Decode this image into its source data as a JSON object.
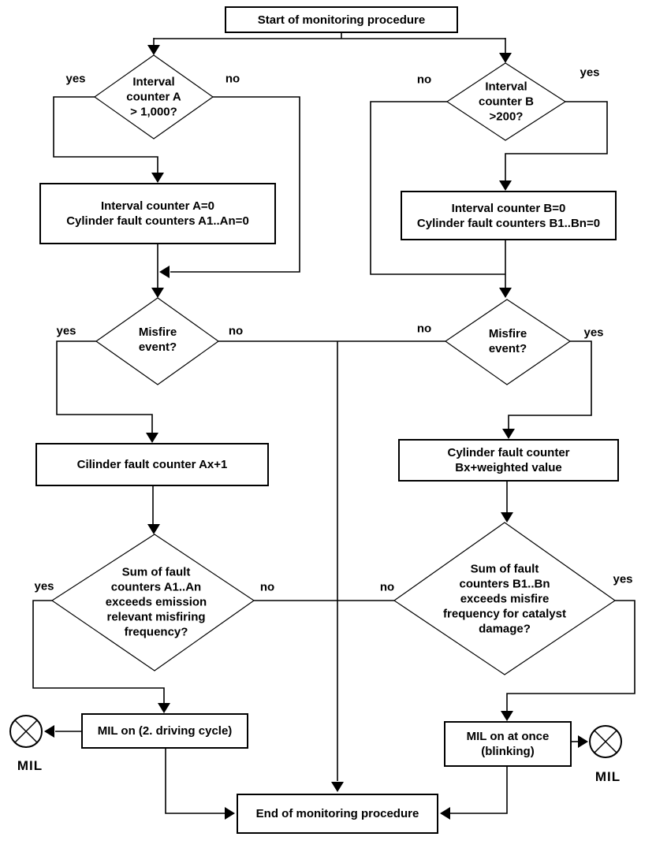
{
  "title": "Misfire monitoring procedure flowchart",
  "colors": {
    "line": "#000000",
    "background": "#ffffff",
    "text": "#000000"
  },
  "nodes": {
    "start": "Start of monitoring procedure",
    "interval_a": "Interval\ncounter A\n> 1,000?",
    "interval_b": "Interval\ncounter B\n>200?",
    "reset_a": "Interval counter A=0\nCylinder fault counters A1..An=0",
    "reset_b": "Interval counter B=0\nCylinder fault counters B1..Bn=0",
    "misfire_a": "Misfire\nevent?",
    "misfire_b": "Misfire\nevent?",
    "count_a": "Cilinder fault counter Ax+1",
    "count_b": "Cylinder fault counter\nBx+weighted value",
    "sum_a": "Sum of  fault\ncounters A1..An\nexceeds emission\nrelevant misfiring\nfrequency?",
    "sum_b": "Sum of  fault\ncounters B1..Bn\nexceeds misfire\nfrequency for catalyst\ndamage?",
    "mil_a": "MIL on (2. driving cycle)",
    "mil_b": "MIL on at once\n(blinking)",
    "end": "End of monitoring procedure",
    "lamp_a": "MIL",
    "lamp_b": "MIL"
  },
  "edge_labels": {
    "interval_a_yes": "yes",
    "interval_a_no": "no",
    "interval_b_no": "no",
    "interval_b_yes": "yes",
    "misfire_a_yes": "yes",
    "misfire_a_no": "no",
    "misfire_b_no": "no",
    "misfire_b_yes": "yes",
    "sum_a_yes": "yes",
    "sum_a_no": "no",
    "sum_b_no": "no",
    "sum_b_yes": "yes"
  }
}
